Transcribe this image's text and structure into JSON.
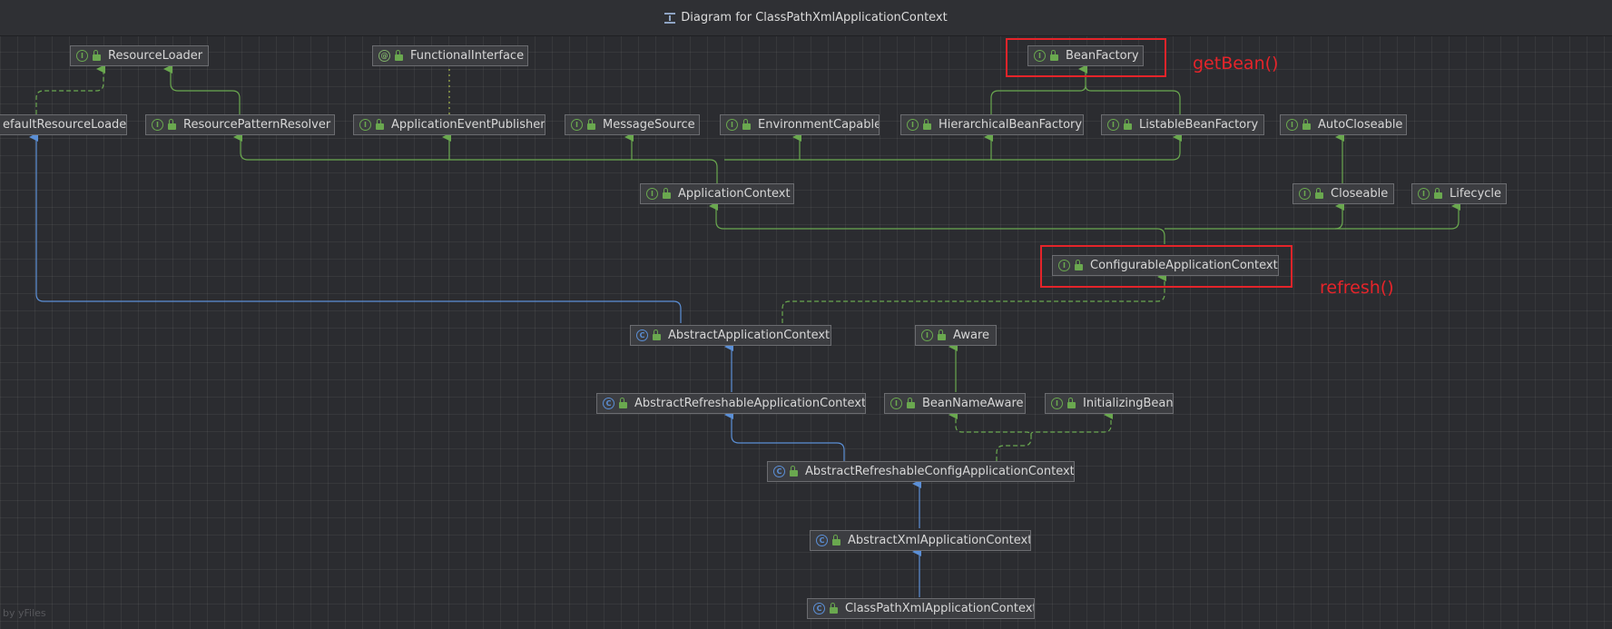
{
  "window": {
    "title": "Diagram for ClassPathXmlApplicationContext"
  },
  "nodes": {
    "resource_loader": {
      "label": "ResourceLoader",
      "kind": "interface"
    },
    "functional_interface": {
      "label": "FunctionalInterface",
      "kind": "annotation"
    },
    "bean_factory": {
      "label": "BeanFactory",
      "kind": "interface"
    },
    "default_resource_loader": {
      "label": "efaultResourceLoader",
      "kind": "class"
    },
    "resource_pattern_resolver": {
      "label": "ResourcePatternResolver",
      "kind": "interface"
    },
    "application_event_publisher": {
      "label": "ApplicationEventPublisher",
      "kind": "interface"
    },
    "message_source": {
      "label": "MessageSource",
      "kind": "interface"
    },
    "environment_capable": {
      "label": "EnvironmentCapable",
      "kind": "interface"
    },
    "hierarchical_bean_factory": {
      "label": "HierarchicalBeanFactory",
      "kind": "interface"
    },
    "listable_bean_factory": {
      "label": "ListableBeanFactory",
      "kind": "interface"
    },
    "auto_closeable": {
      "label": "AutoCloseable",
      "kind": "interface"
    },
    "application_context": {
      "label": "ApplicationContext",
      "kind": "interface"
    },
    "closeable": {
      "label": "Closeable",
      "kind": "interface"
    },
    "lifecycle": {
      "label": "Lifecycle",
      "kind": "interface"
    },
    "configurable_application_context": {
      "label": "ConfigurableApplicationContext",
      "kind": "interface"
    },
    "abstract_application_context": {
      "label": "AbstractApplicationContext",
      "kind": "class"
    },
    "aware": {
      "label": "Aware",
      "kind": "interface"
    },
    "abstract_refreshable_application_context": {
      "label": "AbstractRefreshableApplicationContext",
      "kind": "class"
    },
    "bean_name_aware": {
      "label": "BeanNameAware",
      "kind": "interface"
    },
    "initializing_bean": {
      "label": "InitializingBean",
      "kind": "interface"
    },
    "abstract_refreshable_config_application_context": {
      "label": "AbstractRefreshableConfigApplicationContext",
      "kind": "class"
    },
    "abstract_xml_application_context": {
      "label": "AbstractXmlApplicationContext",
      "kind": "class"
    },
    "class_path_xml_application_context": {
      "label": "ClassPathXmlApplicationContext",
      "kind": "class"
    }
  },
  "badges": {
    "interface": "I",
    "class": "C",
    "annotation": "@"
  },
  "annotations": {
    "get_bean": "getBean()",
    "refresh": "refresh()"
  },
  "footer": {
    "watermark": "by yFiles"
  },
  "colors": {
    "background": "#2b2c30",
    "implements_edge": "#6aa84f",
    "extends_edge": "#5b8fd6",
    "annotation_edge": "#a6b84a",
    "highlight": "#e5242a"
  }
}
